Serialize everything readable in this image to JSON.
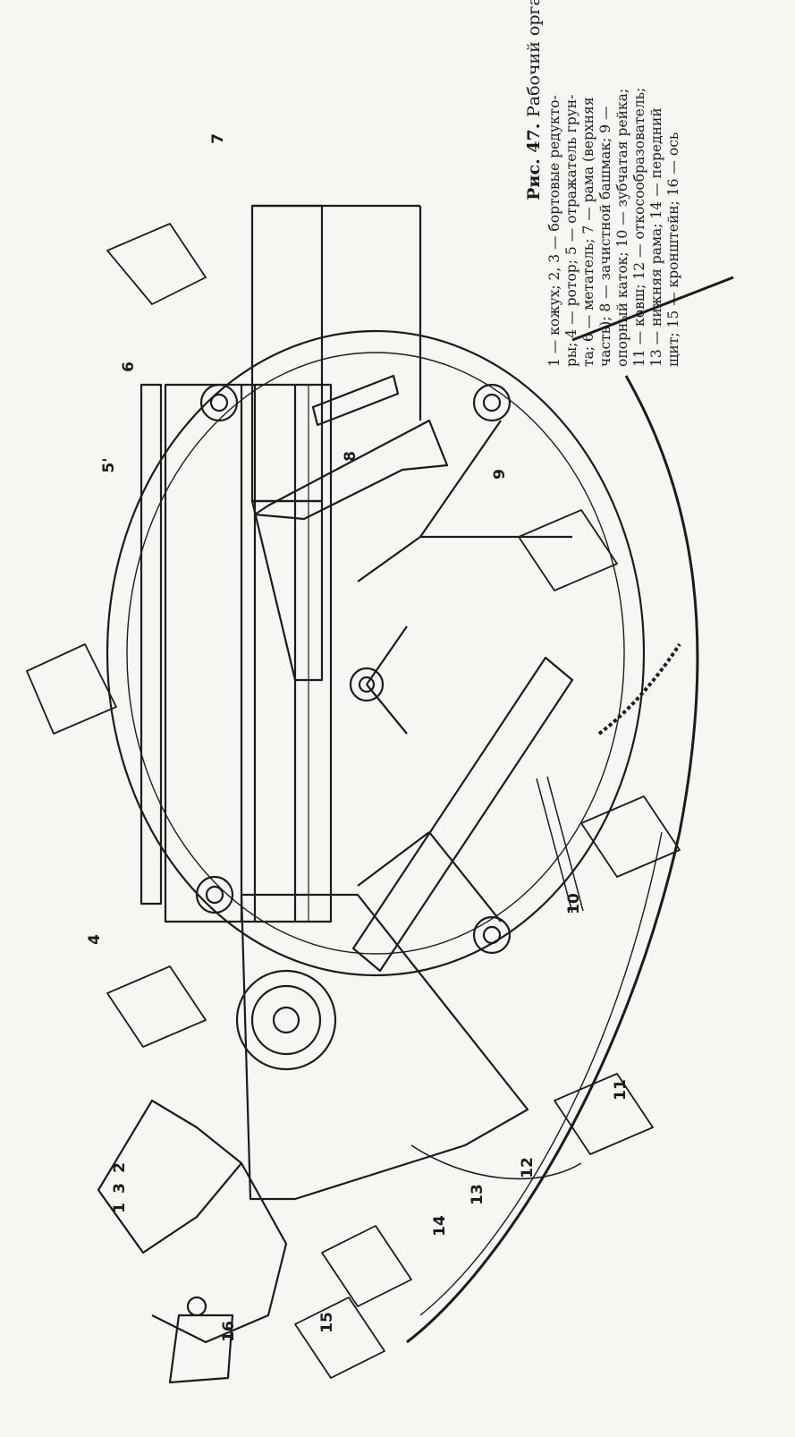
{
  "caption": {
    "figure_no": "Рис. 47.",
    "title": "Рабочий орган:",
    "lines": [
      "1 — кожух;   2,  3 — бортовые  редукто-",
      "ры;  4 — ротор;  5 — отражатель  грун-",
      "та;  6 — метатель;  7 — рама  (верхняя",
      "часть);  8 — зачистной  башмак;  9 —",
      "опорный каток;  10 — зубчатая рейка;",
      "11 — ковш;   12 — откосообразователь;",
      "13 — нижняя     рама;     14 — передний",
      "щит;  15 — кронштейн;  16 — ось"
    ]
  },
  "labels": {
    "l1": "1",
    "l2": "2",
    "l3": "3",
    "l4": "4",
    "l5": "5'",
    "l6": "6",
    "l7": "7",
    "l8": "8",
    "l9": "9",
    "l10": "10",
    "l11": "11",
    "l12": "12",
    "l13": "13",
    "l14": "14",
    "l15": "15",
    "l16": "16"
  },
  "colors": {
    "ink": "#1c1c1c",
    "paper": "#f7f6f2"
  }
}
